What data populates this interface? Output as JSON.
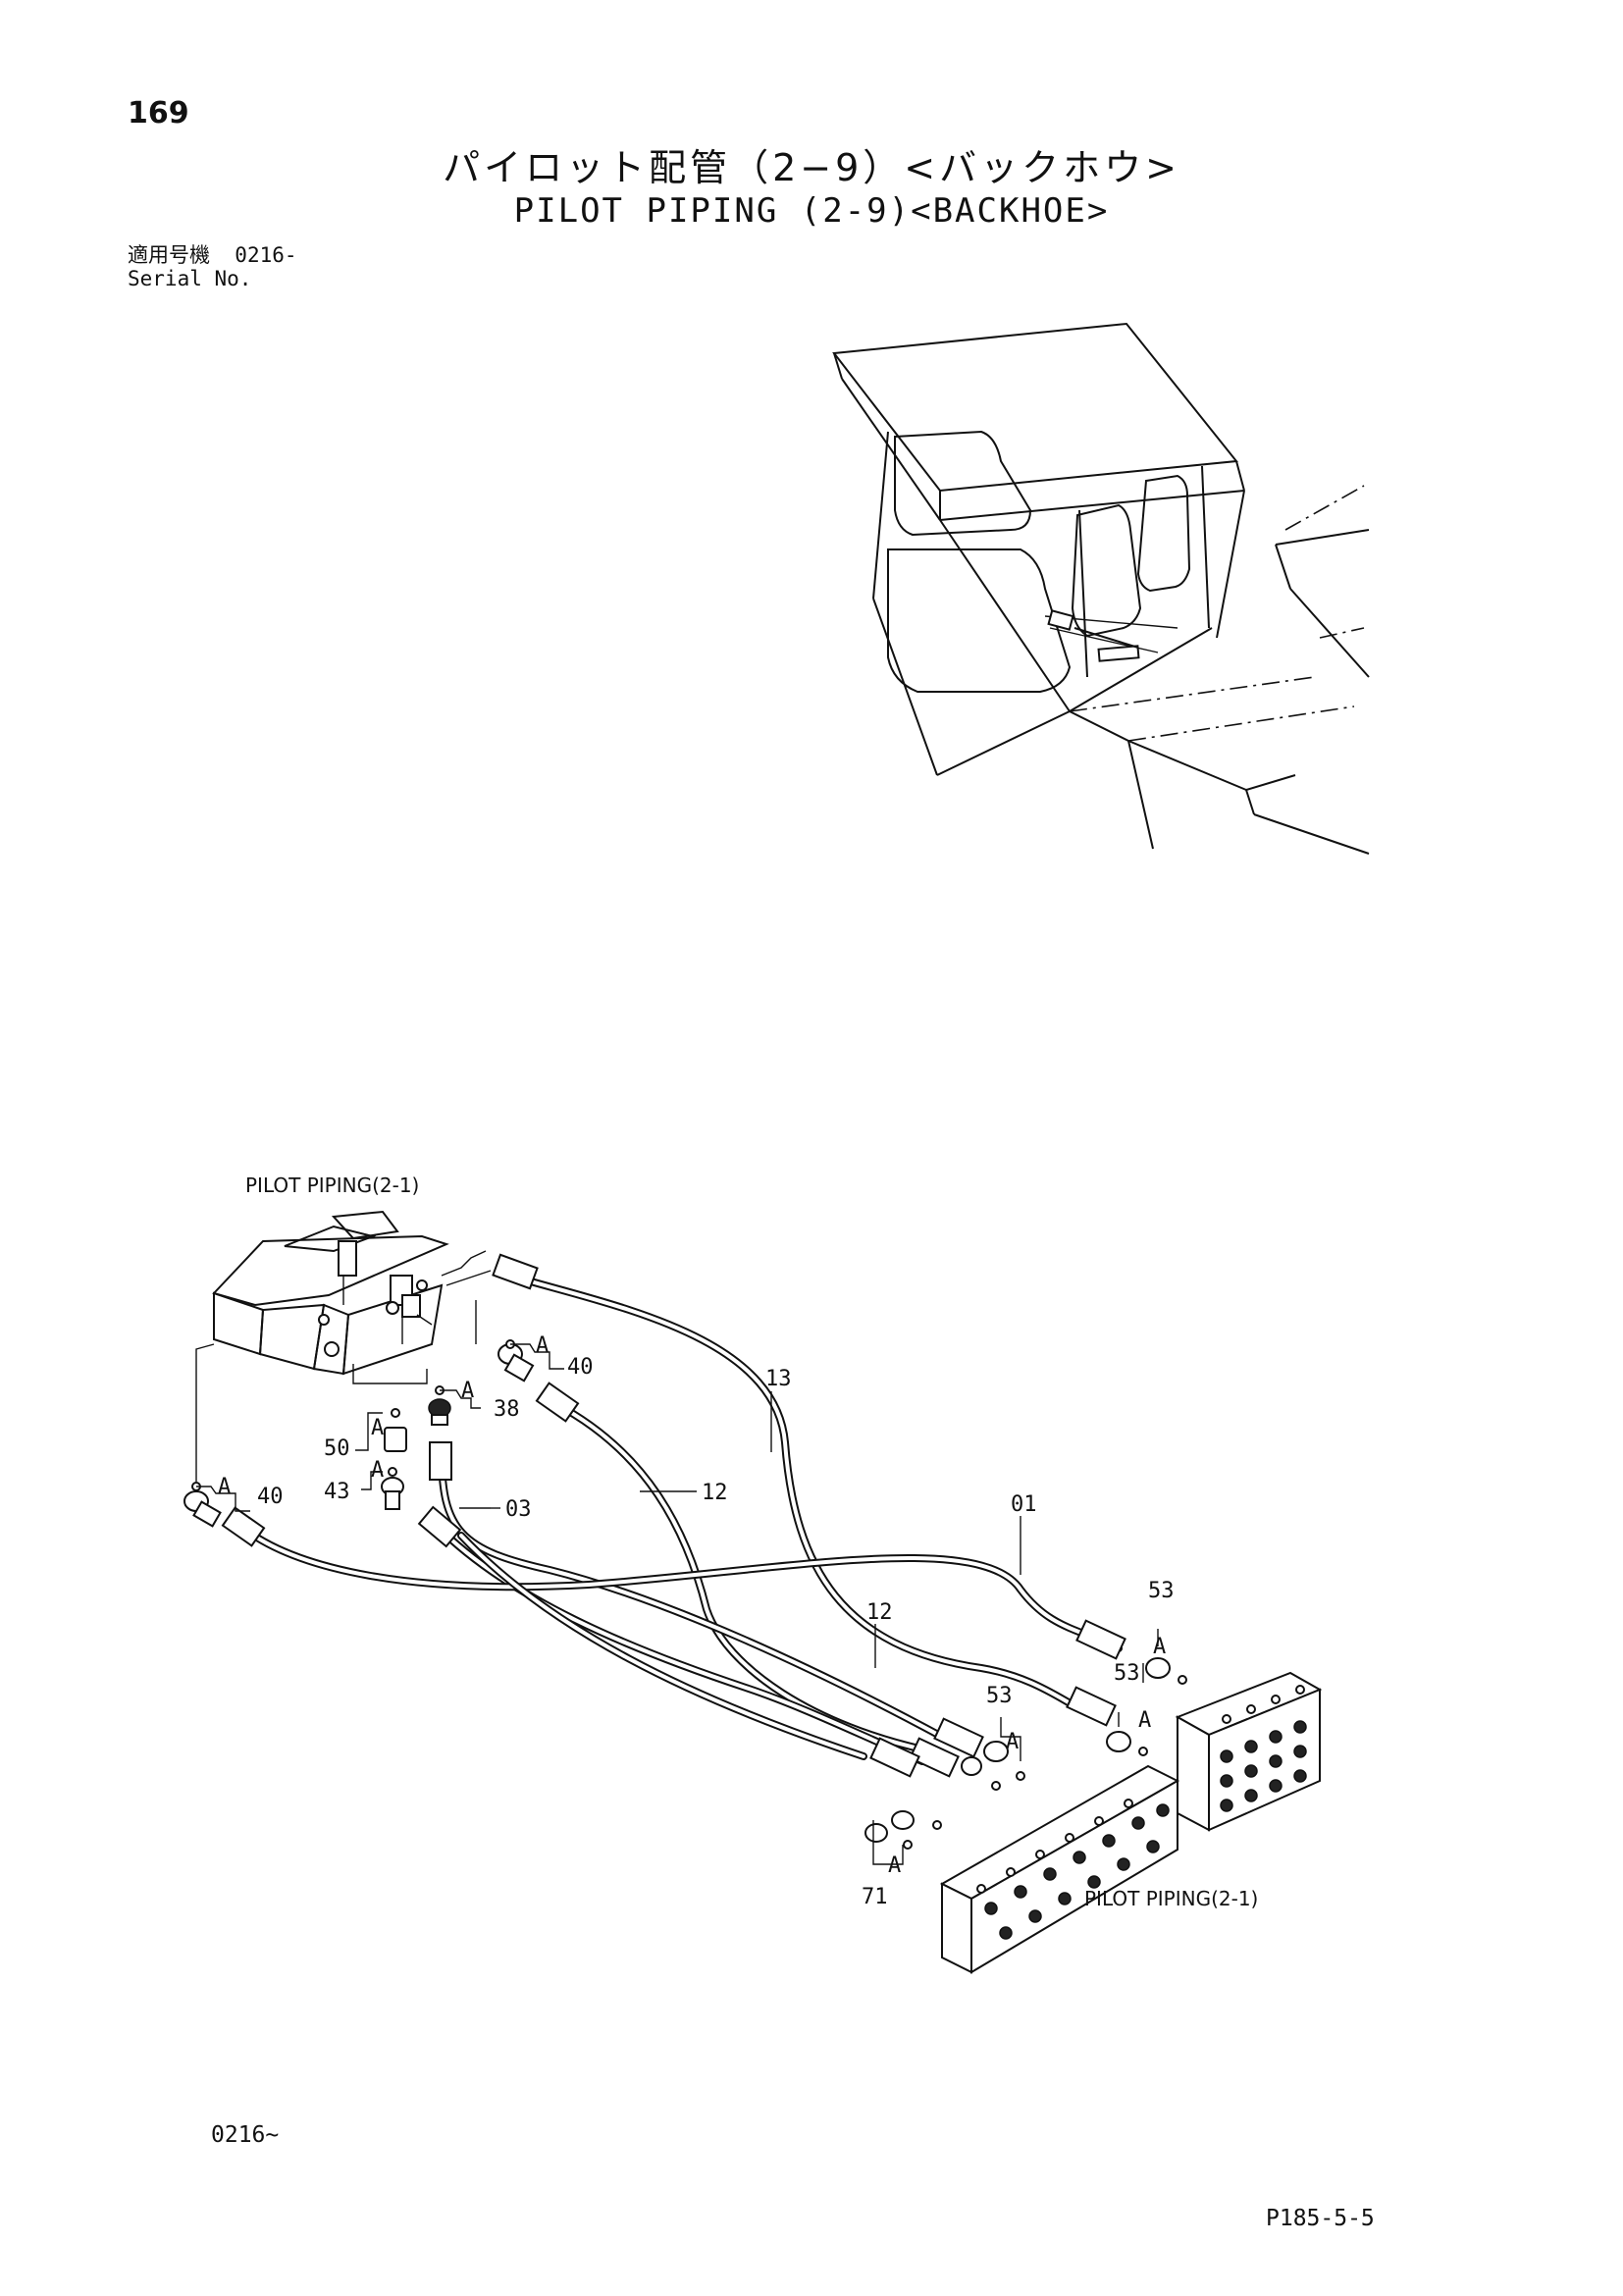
{
  "page_number": "169",
  "title_jp": "パイロット配管（2−9）<バックホウ>",
  "title_en": "PILOT PIPING (2-9)<BACKHOE>",
  "serial": {
    "label_jp": "適用号機",
    "value": "0216-",
    "label_en": "Serial No."
  },
  "diagram": {
    "ref_top": "PILOT PIPING(2-1)",
    "ref_bottom": "PILOT PIPING(2-1)",
    "callouts": {
      "p01": "01",
      "p03": "03",
      "p12a": "12",
      "p12b": "12",
      "p13": "13",
      "p38": "38",
      "p40a": "40",
      "p40b": "40",
      "p43": "43",
      "p50": "50",
      "p53a": "53",
      "p53b": "53",
      "p53c": "53",
      "p71": "71",
      "a": "A"
    }
  },
  "footer_range": "0216~",
  "doc_code": "P185-5-5"
}
